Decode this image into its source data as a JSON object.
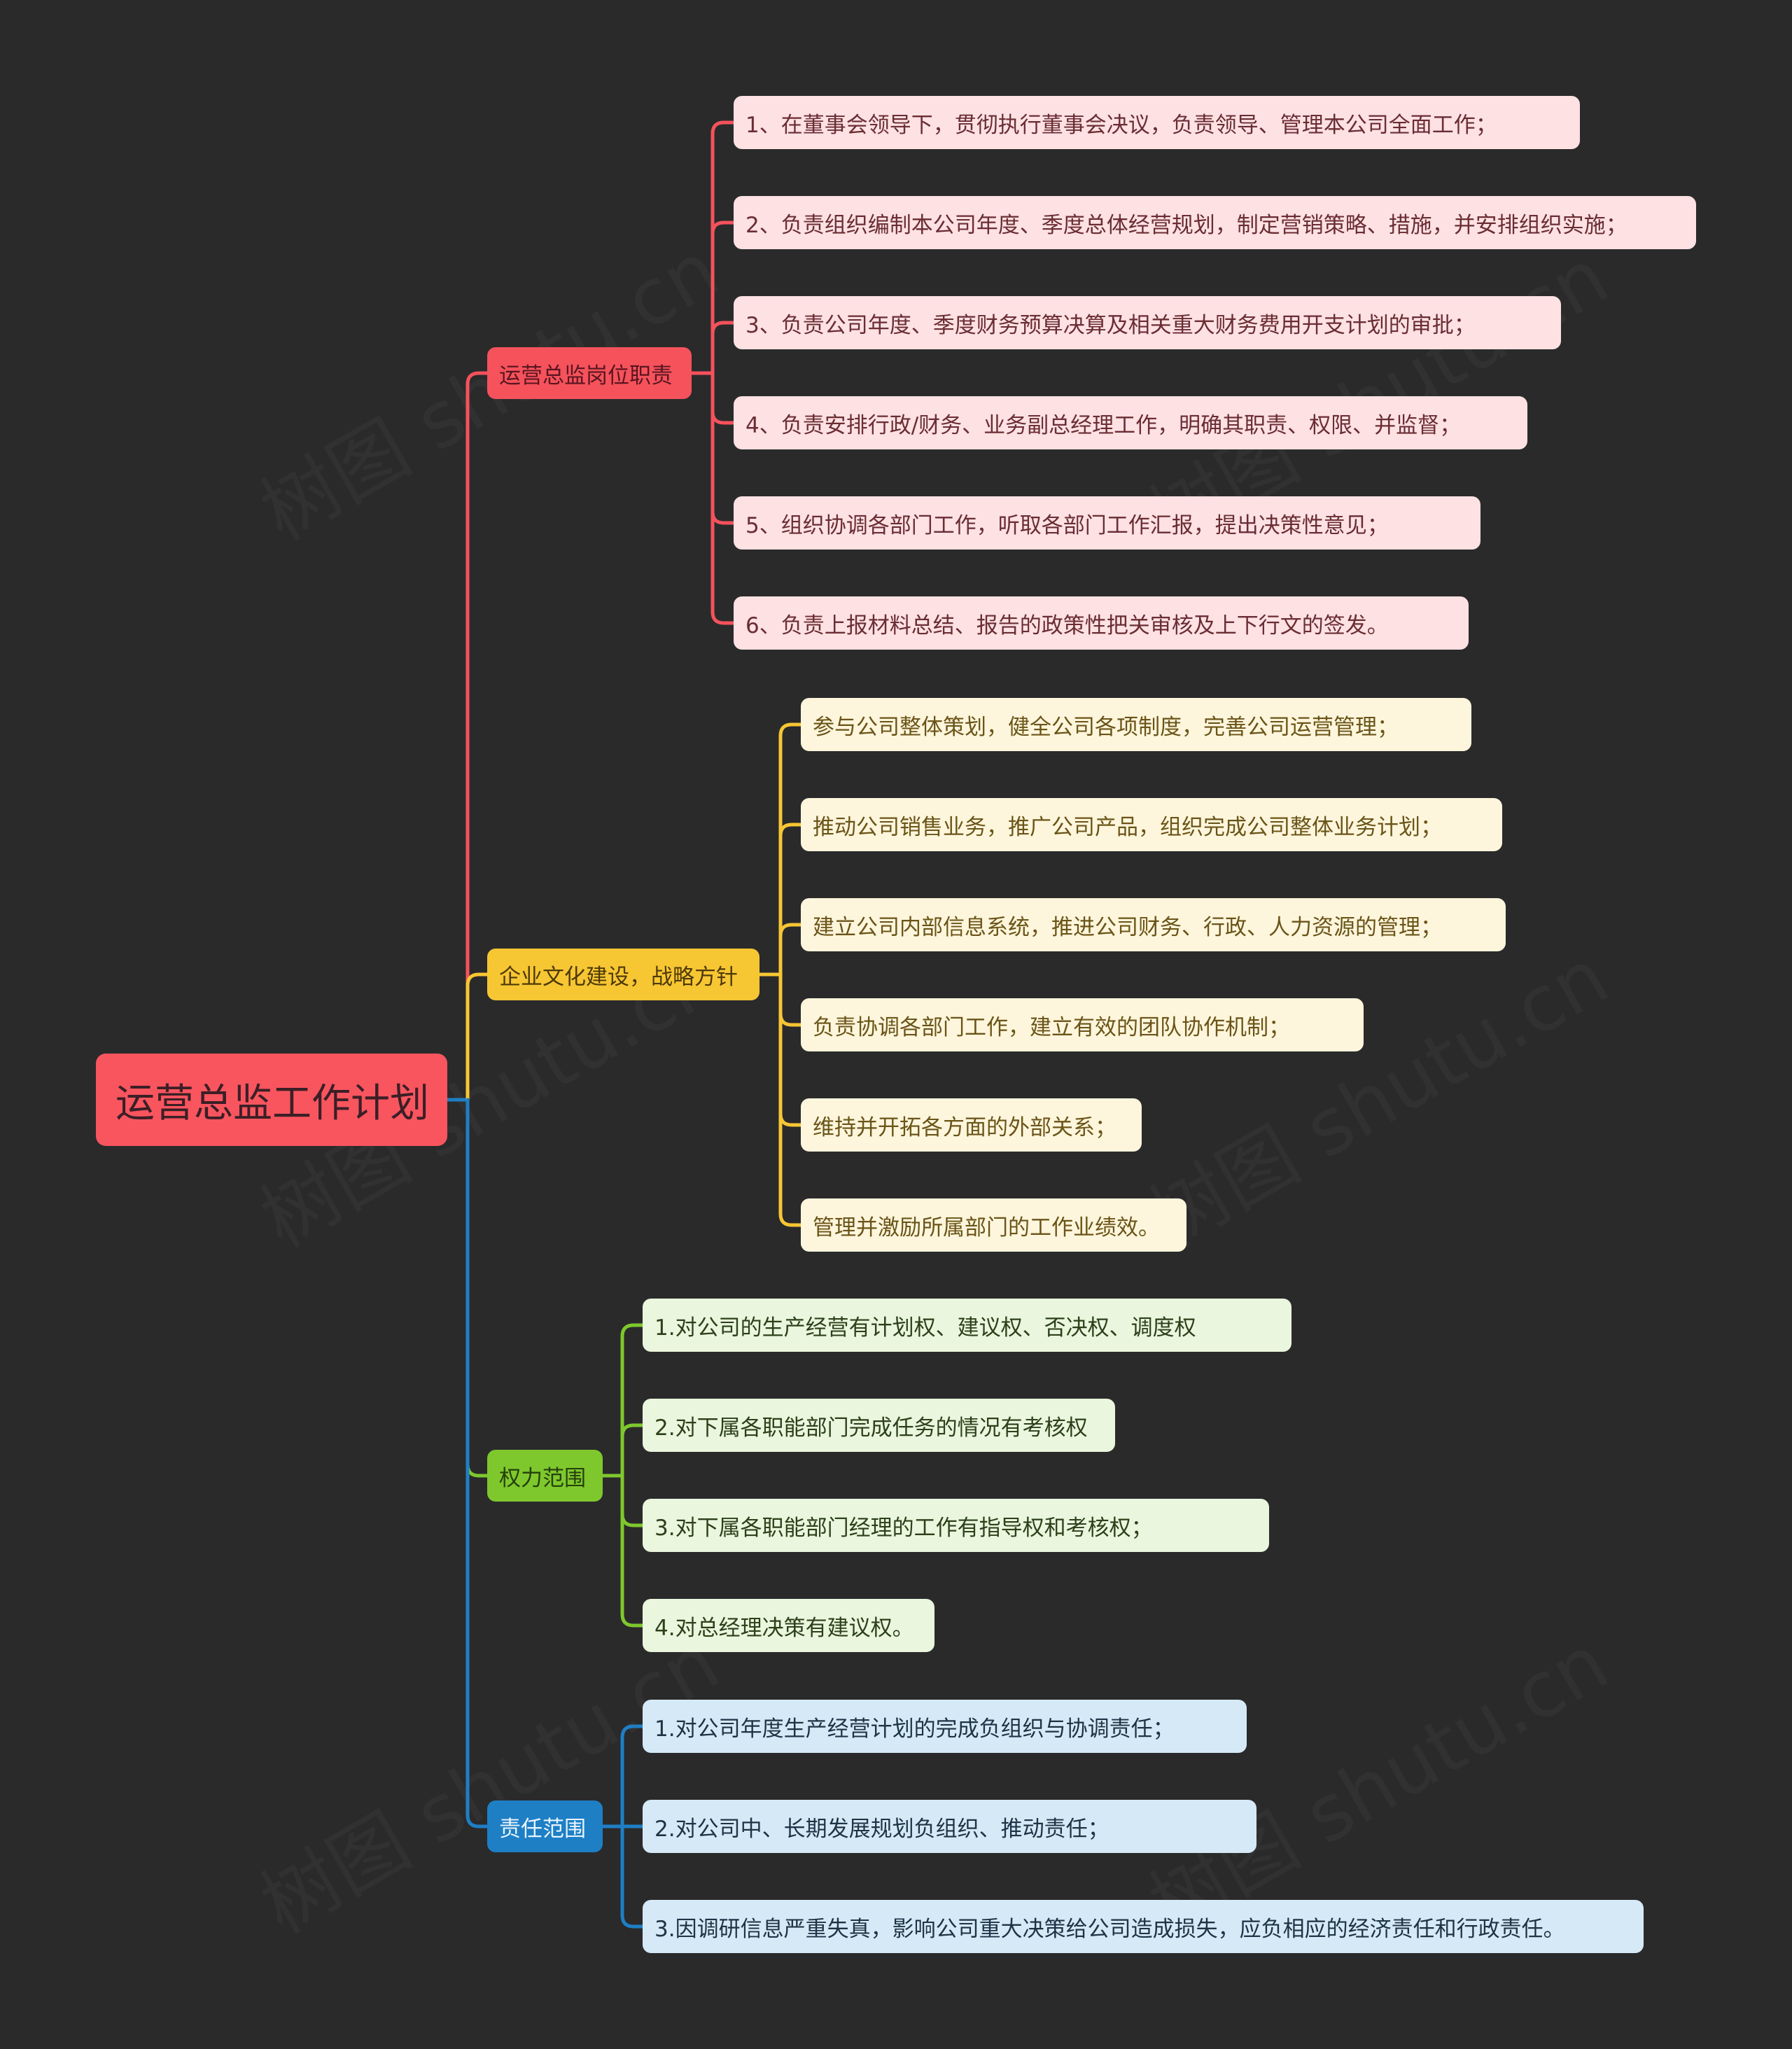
{
  "root": {
    "label": "运营总监工作计划"
  },
  "branches": [
    {
      "label": "运营总监岗位职责",
      "color": "#f5525c",
      "items": [
        "1、在董事会领导下，贯彻执行董事会决议，负责领导、管理本公司全面工作；",
        "2、负责组织编制本公司年度、季度总体经营规划，制定营销策略、措施，并安排组织实施；",
        "3、负责公司年度、季度财务预算决算及相关重大财务费用开支计划的审批；",
        "4、负责安排行政/财务、业务副总经理工作，明确其职责、权限、并监督；",
        "5、组织协调各部门工作，听取各部门工作汇报，提出决策性意见；",
        "6、负责上报材料总结、报告的政策性把关审核及上下行文的签发。"
      ]
    },
    {
      "label": "企业文化建设，战略方针",
      "color": "#f7c633",
      "items": [
        "参与公司整体策划，健全公司各项制度，完善公司运营管理；",
        "推动公司销售业务，推广公司产品，组织完成公司整体业务计划；",
        "建立公司内部信息系统，推进公司财务、行政、人力资源的管理；",
        "负责协调各部门工作，建立有效的团队协作机制；",
        "维持并开拓各方面的外部关系；",
        "管理并激励所属部门的工作业绩效。"
      ]
    },
    {
      "label": "权力范围",
      "color": "#7ec82d",
      "items": [
        "1.对公司的生产经营有计划权、建议权、否决权、调度权",
        "2.对下属各职能部门完成任务的情况有考核权",
        "3.对下属各职能部门经理的工作有指导权和考核权；",
        "4.对总经理决策有建议权。"
      ]
    },
    {
      "label": "责任范围",
      "color": "#1e7fc5",
      "items": [
        "1.对公司年度生产经营计划的完成负组织与协调责任；",
        "2.对公司中、长期发展规划负组织、推动责任；",
        "3.因调研信息严重失真，影响公司重大决策给公司造成损失，应负相应的经济责任和行政责任。"
      ]
    }
  ]
}
